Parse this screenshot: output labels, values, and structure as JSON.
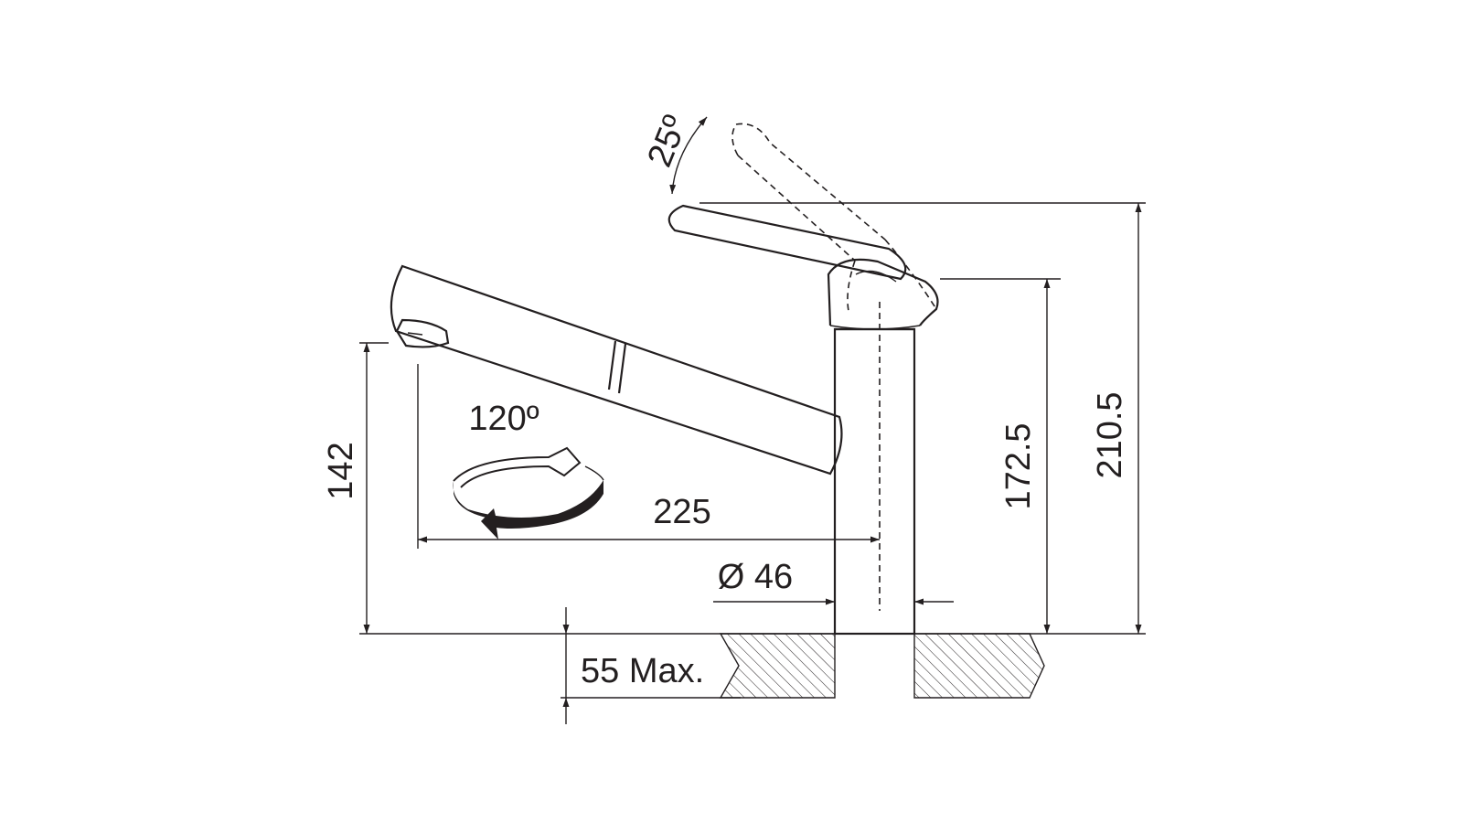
{
  "colors": {
    "ink": "#231f20",
    "background": "#ffffff"
  },
  "dimensions": {
    "handle_angle": "25º",
    "swivel_angle": "120º",
    "spout_height": "142",
    "spout_reach": "225",
    "body_diameter": "Ø 46",
    "body_height": "172.5",
    "total_height": "210.5",
    "counter_thickness": "55 Max."
  },
  "icons": {
    "rotation": "rotation-arrow-icon"
  }
}
